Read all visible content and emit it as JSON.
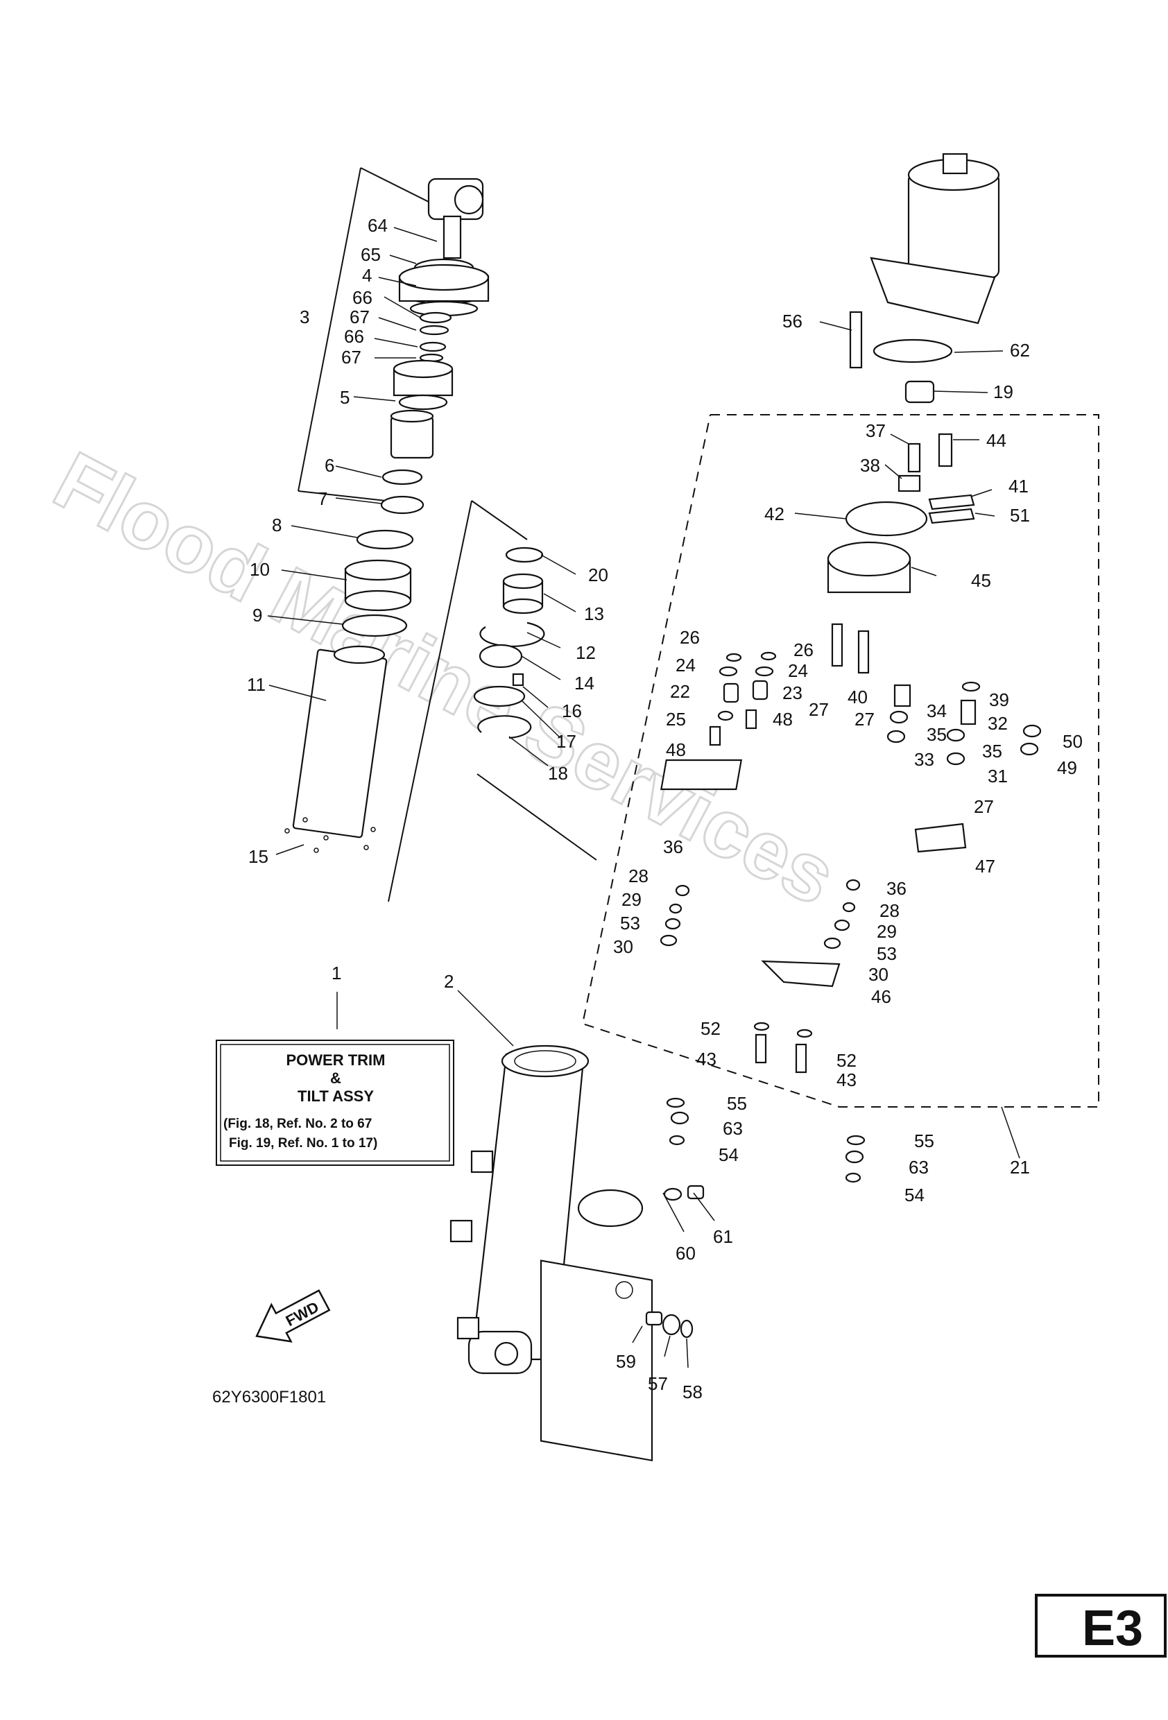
{
  "watermark": "Flood Marine Services",
  "info_box": {
    "callout": "1",
    "title_line1": "POWER TRIM",
    "title_line2": "&",
    "title_line3": "TILT ASSY",
    "ref_line1": "(Fig. 18, Ref. No. 2 to 67",
    "ref_line2": "Fig. 19, Ref. No. 1 to 17)"
  },
  "fwd_label": "FWD",
  "diagram_code": "62Y6300F1801",
  "page_tag": "E3",
  "callouts": [
    "64",
    "65",
    "4",
    "66",
    "67",
    "66",
    "67",
    "3",
    "5",
    "6",
    "7",
    "8",
    "10",
    "9",
    "11",
    "15",
    "20",
    "13",
    "12",
    "14",
    "16",
    "17",
    "18",
    "2",
    "56",
    "62",
    "19",
    "37",
    "44",
    "38",
    "41",
    "42",
    "51",
    "45",
    "26",
    "26",
    "24",
    "24",
    "22",
    "23",
    "40",
    "25",
    "27",
    "27",
    "48",
    "48",
    "34",
    "39",
    "32",
    "35",
    "35",
    "50",
    "33",
    "31",
    "49",
    "27",
    "36",
    "47",
    "28",
    "29",
    "53",
    "30",
    "36",
    "28",
    "29",
    "53",
    "30",
    "46",
    "52",
    "43",
    "52",
    "43",
    "55",
    "63",
    "54",
    "55",
    "63",
    "54",
    "21",
    "60",
    "61",
    "59",
    "57",
    "58"
  ]
}
